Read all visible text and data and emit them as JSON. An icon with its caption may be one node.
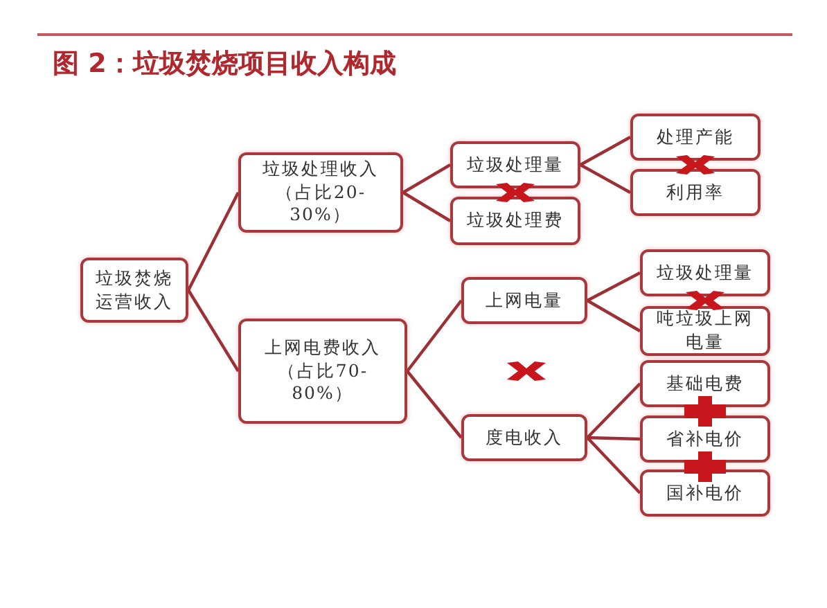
{
  "diagram": {
    "title": "图 2：垃圾焚烧项目收入构成",
    "nodes": [
      {
        "text": [
          "垃圾焚烧运营收入"
        ]
      },
      {
        "text": [
          "垃圾处理收入（占比20-30%）"
        ]
      },
      {
        "text": [
          "上网电费收入（占比70-80%）"
        ]
      },
      {
        "text": [
          "垃圾处理量"
        ]
      },
      {
        "text": [
          "垃圾处理费"
        ]
      },
      {
        "text": [
          "上网电量"
        ]
      },
      {
        "text": [
          "度电收入"
        ]
      },
      {
        "text": [
          "处理产能"
        ]
      },
      {
        "text": [
          "利用率"
        ]
      },
      {
        "text": [
          "垃圾处理量"
        ]
      },
      {
        "text": [
          "吨垃圾上网电量"
        ]
      },
      {
        "text": [
          "基础电费"
        ]
      },
      {
        "text": [
          "省补电价"
        ]
      },
      {
        "text": [
          "国补电价"
        ]
      }
    ],
    "edges": [
      {
        "from": 0,
        "to": 1,
        "arrow": "none"
      },
      {
        "from": 0,
        "to": 2,
        "arrow": "none"
      },
      {
        "from": 1,
        "to": 3,
        "arrow": "none"
      },
      {
        "from": 1,
        "to": 4,
        "arrow": "none"
      },
      {
        "from": 2,
        "to": 5,
        "arrow": "none"
      },
      {
        "from": 2,
        "to": 6,
        "arrow": "none"
      },
      {
        "from": 3,
        "to": 7,
        "arrow": "none"
      },
      {
        "from": 3,
        "to": 8,
        "arrow": "none"
      },
      {
        "from": 5,
        "to": 9,
        "arrow": "none"
      },
      {
        "from": 5,
        "to": 10,
        "arrow": "none"
      },
      {
        "from": 6,
        "to": 11,
        "arrow": "none"
      },
      {
        "from": 6,
        "to": 12,
        "arrow": "none"
      },
      {
        "from": 6,
        "to": 13,
        "arrow": "none"
      }
    ]
  }
}
